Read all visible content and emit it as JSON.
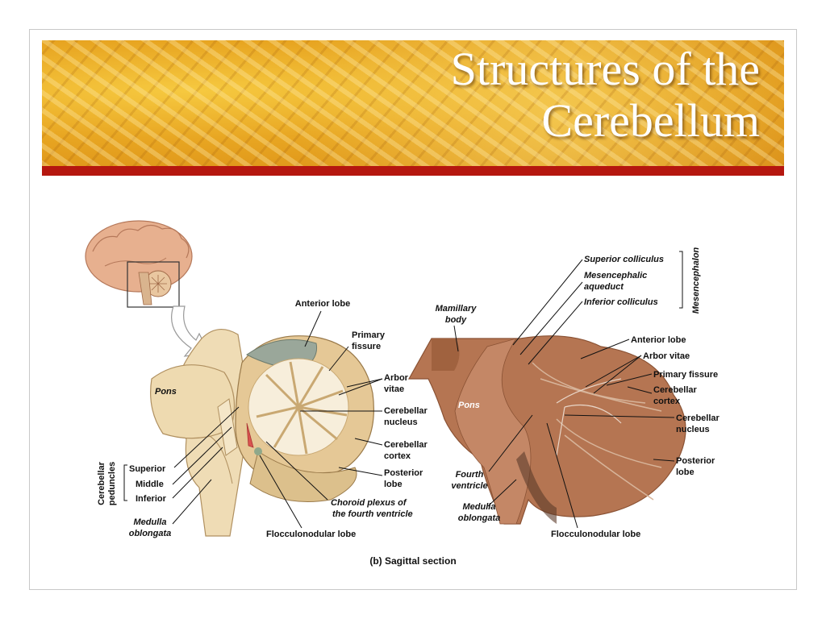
{
  "title": {
    "line1": "Structures of the",
    "line2": "Cerebellum"
  },
  "caption": "(b)  Sagittal section",
  "left_diagram": {
    "anterior_lobe": "Anterior lobe",
    "primary_fissure_1": "Primary",
    "primary_fissure_2": "fissure",
    "arbor_vitae_1": "Arbor",
    "arbor_vitae_2": "vitae",
    "cerebellar_nucleus_1": "Cerebellar",
    "cerebellar_nucleus_2": "nucleus",
    "cerebellar_cortex_1": "Cerebellar",
    "cerebellar_cortex_2": "cortex",
    "posterior_lobe_1": "Posterior",
    "posterior_lobe_2": "lobe",
    "choroid_plexus_1": "Choroid plexus of",
    "choroid_plexus_2": "the fourth ventricle",
    "flocculonodular_lobe": "Flocculonodular lobe",
    "pons": "Pons",
    "peduncles_group_1": "Cerebellar",
    "peduncles_group_2": "peduncles",
    "superior": "Superior",
    "middle": "Middle",
    "inferior": "Inferior",
    "medulla_1": "Medulla",
    "medulla_2": "oblongata"
  },
  "right_photo": {
    "superior_colliculus": "Superior colliculus",
    "mesencephalic_aqueduct_1": "Mesencephalic",
    "mesencephalic_aqueduct_2": "aqueduct",
    "inferior_colliculus": "Inferior colliculus",
    "mesencephalon": "Mesencephalon",
    "mamillary_body_1": "Mamillary",
    "mamillary_body_2": "body",
    "anterior_lobe": "Anterior lobe",
    "arbor_vitae": "Arbor vitae",
    "primary_fissure": "Primary fissure",
    "cerebellar_cortex_1": "Cerebellar",
    "cerebellar_cortex_2": "cortex",
    "cerebellar_nucleus_1": "Cerebellar",
    "cerebellar_nucleus_2": "nucleus",
    "pons": "Pons",
    "posterior_lobe_1": "Posterior",
    "posterior_lobe_2": "lobe",
    "fourth_ventricle_1": "Fourth",
    "fourth_ventricle_2": "ventricle",
    "medulla_1": "Medulla",
    "medulla_2": "oblongata",
    "flocculonodular_lobe": "Flocculonodular  lobe"
  },
  "colors": {
    "header_gold": "#e8a622",
    "accent_red": "#b5170f",
    "title_text": "#ffffff",
    "tissue_tan": "#e8d2a8",
    "specimen_brown": "#b57552"
  }
}
